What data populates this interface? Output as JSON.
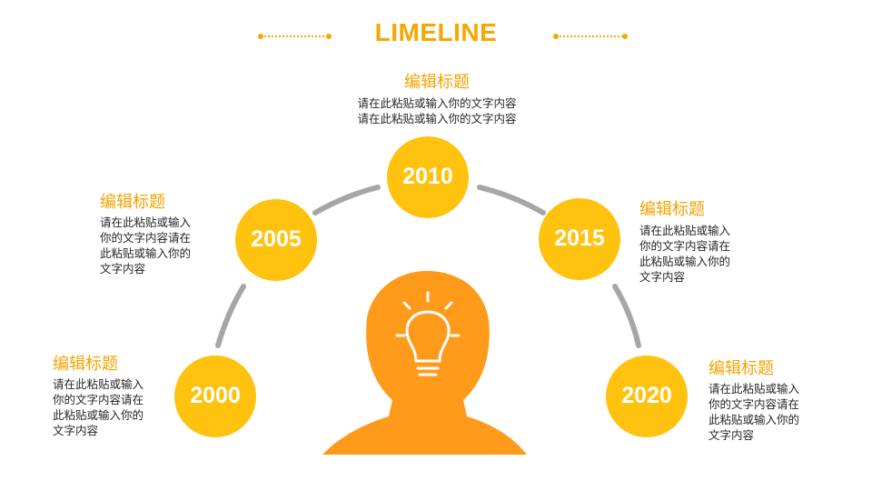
{
  "title": "LIMELINE",
  "colors": {
    "accent": "#F6A800",
    "circle": "#FFC20E",
    "head": "#FF9A1A",
    "arc": "#A6A6A6"
  },
  "nodes": [
    {
      "year": "2000",
      "heading": "编辑标题",
      "body": "请在此粘贴或输入\n你的文字内容请在\n此粘贴或输入你的\n文字内容"
    },
    {
      "year": "2005",
      "heading": "编辑标题",
      "body": "请在此粘贴或输入\n你的文字内容请在\n此粘贴或输入你的\n文字内容"
    },
    {
      "year": "2010",
      "heading": "编辑标题",
      "body": "请在此粘贴或输入你的文字内容\n请在此粘贴或输入你的文字内容"
    },
    {
      "year": "2015",
      "heading": "编辑标题",
      "body": "请在此粘贴或输入\n你的文字内容请在\n此粘贴或输入你的\n文字内容"
    },
    {
      "year": "2020",
      "heading": "编辑标题",
      "body": "请在此粘贴或输入\n你的文字内容请在\n此粘贴或输入你的\n文字内容"
    }
  ],
  "center_icon": "lightbulb-icon"
}
